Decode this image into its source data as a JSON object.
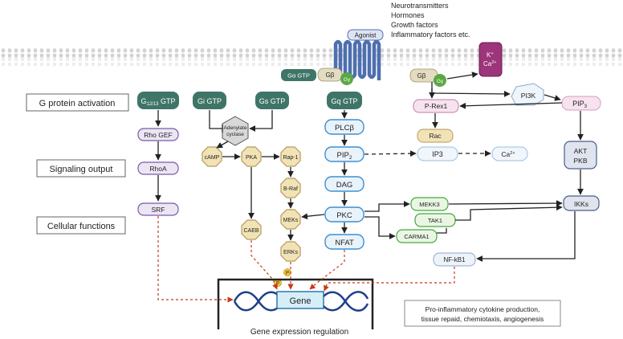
{
  "ligands": [
    "Neurotransmitters",
    "Hormones",
    "Growth factors",
    "Inflammatory factors etc."
  ],
  "receptor": {
    "agonist": "Agonist"
  },
  "channel": {
    "k": "K",
    "ca": "Ca",
    "k_sup": "+",
    "ca_sup": "2+"
  },
  "row_labels": {
    "activation": "G protein activation",
    "signaling": "Signaling output",
    "cellular": "Cellular functions"
  },
  "gproteins": {
    "g1213": {
      "main": "G",
      "sub": "12/13",
      "tail": " GTP"
    },
    "gi": "Gi GTP",
    "gs": "Gs GTP",
    "gq": "Gq GTP",
    "galpha_gtp": "Gα GTP",
    "gbeta": "Gβ",
    "ggamma": "Gγ"
  },
  "nodes": {
    "rho_gef": "Rho GEF",
    "rhoa": "RhoA",
    "srf": "SRF",
    "adenylate": "Adenylate cyclase",
    "camp": "cAMP",
    "pka": "PKA",
    "rap1": "Rap-1",
    "braf": "B-Raf",
    "meks": "MEKs",
    "erks": "ERKs",
    "caeb": "CAEB",
    "p": "P",
    "plcb": "PLCβ",
    "pip2": "PIP",
    "pip2_sub": "2",
    "dag": "DAG",
    "pkc": "PKC",
    "nfat": "NFAT",
    "ip3": "IP3",
    "ca2": "Ca",
    "ca2_sup": "2+",
    "mekk3": "MEKK3",
    "tak1": "TAK1",
    "carma1": "CARMA1",
    "nfkb1": "NF-kB1",
    "pi3k": "PI3K",
    "prex1": "P-Rex1",
    "rac": "Rac",
    "pip3": "PIP",
    "pip3_sub": "3",
    "akt": "AKT",
    "pkb": "PKB",
    "ikks": "IKKs"
  },
  "gene": "Gene",
  "gene_caption": "Gene expression regulation",
  "outcome": [
    "Pro-inflammatory cytokine production,",
    "tissue repaid, chemiotaxis, angiogenesis"
  ],
  "colors": {
    "gprotein": "#3f7567",
    "purple": "#7a5aa6",
    "purple_fill": "#ece6f4",
    "blue": "#3f8fcf",
    "blue_fill": "#e9f3fb",
    "tan": "#b59a5a",
    "tan_fill": "#f2e3b6",
    "green": "#47a83c",
    "green_fill": "#eaf6e4",
    "olive_fill": "#e3dcc0",
    "navy": "#4a5f88",
    "navy_fill": "#dfe4ee",
    "pink_fill": "#f7e3ef",
    "pink": "#b03b86",
    "red": "#c4391c",
    "channel": "#8c2a6c",
    "receptor": "#4d6fb0"
  }
}
